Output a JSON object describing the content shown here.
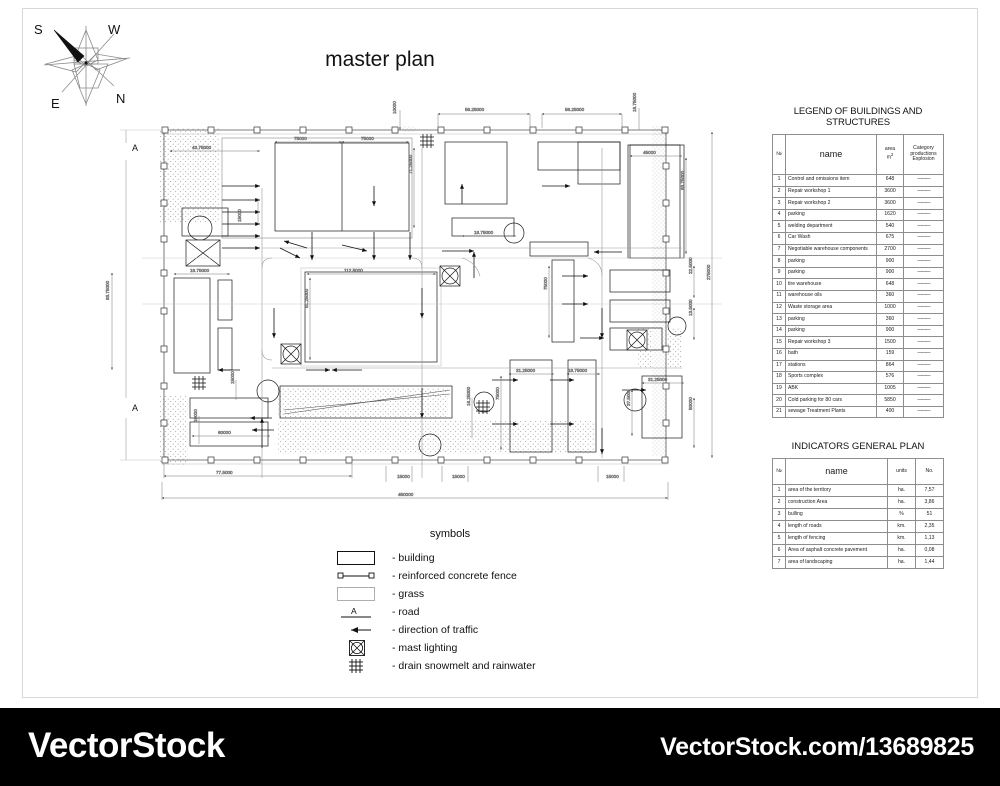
{
  "document": {
    "title": "master plan"
  },
  "compass": {
    "n": "N",
    "s": "S",
    "e": "E",
    "w": "W"
  },
  "symbols": {
    "title": "symbols",
    "items": [
      {
        "glyph": "building-rect",
        "label": "- building"
      },
      {
        "glyph": "fence-line",
        "label": "- reinforced concrete fence"
      },
      {
        "glyph": "grass-rect",
        "label": "- grass"
      },
      {
        "glyph": "road-marker",
        "label": "- road",
        "letter": "A"
      },
      {
        "glyph": "traffic-arrow",
        "label": "- direction of traffic"
      },
      {
        "glyph": "mast-lighting",
        "label": "- mast lighting"
      },
      {
        "glyph": "drain-grate",
        "label": "- drain snowmelt and rainwater"
      }
    ]
  },
  "legend_table": {
    "title": "LEGEND OF BUILDINGS AND STRUCTURES",
    "headers": {
      "no": "№",
      "name": "name",
      "area": "area m²",
      "area_top": "area",
      "area_sub": "m",
      "area_sup": "2",
      "category": "Category productions Explosion",
      "category_l1": "Category",
      "category_l2": "productions",
      "category_l3": "Explosion"
    },
    "rows": [
      {
        "no": "1",
        "name": "Control and omissions item",
        "area": "648",
        "cat": "———"
      },
      {
        "no": "2",
        "name": "Repair workshop 1",
        "area": "3600",
        "cat": "———"
      },
      {
        "no": "3",
        "name": "Repair workshop 2",
        "area": "3600",
        "cat": "———"
      },
      {
        "no": "4",
        "name": "parking",
        "area": "1620",
        "cat": "———"
      },
      {
        "no": "5",
        "name": "welding department",
        "area": "540",
        "cat": "———"
      },
      {
        "no": "6",
        "name": "Car Wash",
        "area": "675",
        "cat": "———"
      },
      {
        "no": "7",
        "name": "Negotiable warehouse components",
        "area": "2700",
        "cat": "———"
      },
      {
        "no": "8",
        "name": "parking",
        "area": "900",
        "cat": "———"
      },
      {
        "no": "9",
        "name": "parking",
        "area": "900",
        "cat": "———"
      },
      {
        "no": "10",
        "name": "tire warehouse",
        "area": "648",
        "cat": "———"
      },
      {
        "no": "11",
        "name": "warehouse oils",
        "area": "360",
        "cat": "———"
      },
      {
        "no": "12",
        "name": "Waste storage area",
        "area": "1000",
        "cat": "———"
      },
      {
        "no": "13",
        "name": "parking",
        "area": "360",
        "cat": "———"
      },
      {
        "no": "14",
        "name": "parking",
        "area": "900",
        "cat": "———"
      },
      {
        "no": "15",
        "name": "Repair workshop 3",
        "area": "1500",
        "cat": "———"
      },
      {
        "no": "16",
        "name": "bath",
        "area": "159",
        "cat": "———"
      },
      {
        "no": "17",
        "name": "stations",
        "area": "864",
        "cat": "———"
      },
      {
        "no": "18",
        "name": "Sports complex",
        "area": "576",
        "cat": "———"
      },
      {
        "no": "19",
        "name": "ABK",
        "area": "1005",
        "cat": "———"
      },
      {
        "no": "20",
        "name": "Cold parking for 80 cars",
        "area": "5850",
        "cat": "———"
      },
      {
        "no": "21",
        "name": "sewage Treatment Plants",
        "area": "400",
        "cat": "———"
      }
    ]
  },
  "indicators_table": {
    "title": "INDICATORS GENERAL PLAN",
    "headers": {
      "no": "№",
      "name": "name",
      "units": "units",
      "value": "No."
    },
    "rows": [
      {
        "no": "1",
        "name": "area of the territory",
        "units": "ha.",
        "value": "7,57"
      },
      {
        "no": "2",
        "name": "construction Area",
        "units": "ha.",
        "value": "3,86"
      },
      {
        "no": "3",
        "name": "bulling",
        "units": "%",
        "value": "51"
      },
      {
        "no": "4",
        "name": "length of roads",
        "units": "km.",
        "value": "2,35"
      },
      {
        "no": "5",
        "name": "length of fencing",
        "units": "km.",
        "value": "1,13"
      },
      {
        "no": "6",
        "name": "Area of asphalt concrete pavement",
        "units": "ha.",
        "value": "0,08"
      },
      {
        "no": "7",
        "name": "area of landscaping",
        "units": "ha.",
        "value": "1,44"
      }
    ]
  },
  "plan_dimensions": {
    "section_markers": [
      "A",
      "A"
    ],
    "top": [
      "10000",
      "56.25000",
      "56.25000",
      "18.75000"
    ],
    "left": [
      "93.75000"
    ],
    "right_total": "275000",
    "right_segments": [
      "63.75000",
      "22.5000",
      "13.5000",
      "50000"
    ],
    "bottom_total": "450000",
    "bottom_segments": [
      "77.5000",
      "15000",
      "15000",
      "15000"
    ],
    "interior": [
      "43.75000",
      "75000",
      "75000",
      "71.25000",
      "112.5000",
      "81.25000",
      "18.75000",
      "45000",
      "15000",
      "18.75000",
      "75000",
      "31.25000",
      "18.75000",
      "37.5000",
      "75000",
      "16.25000",
      "60000",
      "15000",
      "10000"
    ]
  },
  "colors": {
    "line": "#1a1a1a",
    "thin_line": "#808080",
    "hatch": "#b8b8b8",
    "sheet_border": "#d8d8d8",
    "footer_bg": "#000000",
    "footer_text": "#ffffff"
  },
  "footer": {
    "brand": "VectorStock",
    "url": "VectorStock.com/13689825"
  }
}
